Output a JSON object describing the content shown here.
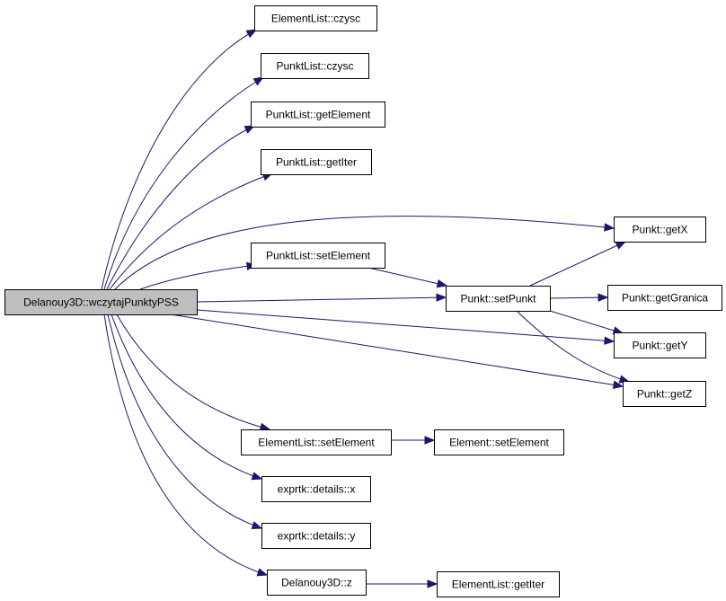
{
  "diagram": {
    "edge_color": "#191970",
    "root_fill": "#bfbfbf",
    "nodes": [
      {
        "id": "root",
        "label": "Delanouy3D::wczytajPunktyPSS"
      },
      {
        "id": "el_czysc",
        "label": "ElementList::czysc"
      },
      {
        "id": "pl_czysc",
        "label": "PunktList::czysc"
      },
      {
        "id": "pl_getElement",
        "label": "PunktList::getElement"
      },
      {
        "id": "pl_getIter",
        "label": "PunktList::getIter"
      },
      {
        "id": "pl_setElement",
        "label": "PunktList::setElement"
      },
      {
        "id": "p_getX",
        "label": "Punkt::getX"
      },
      {
        "id": "p_setPunkt",
        "label": "Punkt::setPunkt"
      },
      {
        "id": "p_getGranica",
        "label": "Punkt::getGranica"
      },
      {
        "id": "p_getY",
        "label": "Punkt::getY"
      },
      {
        "id": "p_getZ",
        "label": "Punkt::getZ"
      },
      {
        "id": "el_setElement",
        "label": "ElementList::setElement"
      },
      {
        "id": "e_setElement",
        "label": "Element::setElement"
      },
      {
        "id": "ex_x",
        "label": "exprtk::details::x"
      },
      {
        "id": "ex_y",
        "label": "exprtk::details::y"
      },
      {
        "id": "d_z",
        "label": "Delanouy3D::z"
      },
      {
        "id": "el_getIter",
        "label": "ElementList::getIter"
      }
    ],
    "edges": [
      {
        "from": "root",
        "to": "el_czysc"
      },
      {
        "from": "root",
        "to": "pl_czysc"
      },
      {
        "from": "root",
        "to": "pl_getElement"
      },
      {
        "from": "root",
        "to": "pl_getIter"
      },
      {
        "from": "root",
        "to": "p_getX"
      },
      {
        "from": "root",
        "to": "pl_setElement"
      },
      {
        "from": "root",
        "to": "p_setPunkt"
      },
      {
        "from": "root",
        "to": "p_getY"
      },
      {
        "from": "root",
        "to": "p_getZ"
      },
      {
        "from": "root",
        "to": "el_setElement"
      },
      {
        "from": "root",
        "to": "ex_x"
      },
      {
        "from": "root",
        "to": "ex_y"
      },
      {
        "from": "root",
        "to": "d_z"
      },
      {
        "from": "pl_setElement",
        "to": "p_setPunkt"
      },
      {
        "from": "p_setPunkt",
        "to": "p_getX"
      },
      {
        "from": "p_setPunkt",
        "to": "p_getGranica"
      },
      {
        "from": "p_setPunkt",
        "to": "p_getY"
      },
      {
        "from": "p_setPunkt",
        "to": "p_getZ"
      },
      {
        "from": "el_setElement",
        "to": "e_setElement"
      },
      {
        "from": "d_z",
        "to": "el_getIter"
      }
    ]
  }
}
